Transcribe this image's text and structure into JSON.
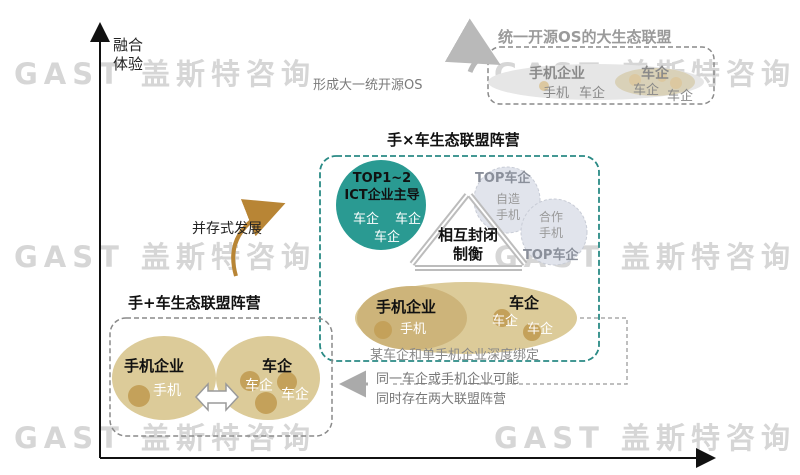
{
  "watermark": "GAST 盖斯特咨询",
  "axis": {
    "y_label_line1": "融合",
    "y_label_line2": "体验"
  },
  "big_alliance": {
    "title": "统一开源OS的大生态联盟",
    "phone_company": "手机企业",
    "phone": "手机",
    "car_company": "车企",
    "cars": [
      "车企",
      "车企",
      "车企"
    ]
  },
  "form_unified_os": "形成大一统开源OS",
  "camp_times": {
    "title": "手×车生态联盟阵营",
    "top12_line1": "TOP1~2",
    "top12_line2": "ICT企业主导",
    "top12_cars": [
      "车企",
      "车企",
      "车企"
    ],
    "top_car": "TOP车企",
    "self_made": "自造",
    "phone": "手机",
    "cooperate": "合作",
    "phone2": "手机",
    "top_car2": "TOP车企",
    "mutual_line1": "相互封闭",
    "mutual_line2": "制衡",
    "phone_company": "手机企业",
    "phone3": "手机",
    "car_company": "车企",
    "cars": [
      "车企",
      "车企"
    ],
    "deep_bind": "某车企和单手机企业深度绑定"
  },
  "coexist": "并存式发展",
  "camp_plus": {
    "title": "手+车生态联盟阵营",
    "phone_company": "手机企业",
    "phone": "手机",
    "car_company": "车企",
    "cars": [
      "车企",
      "车企"
    ]
  },
  "note_line1": "同一车企或手机企业可能",
  "note_line2": "同时存在两大联盟阵营",
  "colors": {
    "teal": "#2a9a92",
    "tan": "#dccb99",
    "dot": "#c4a15a",
    "gray_circle": "#dfe2ea",
    "arrow_brown": "#b88535"
  }
}
